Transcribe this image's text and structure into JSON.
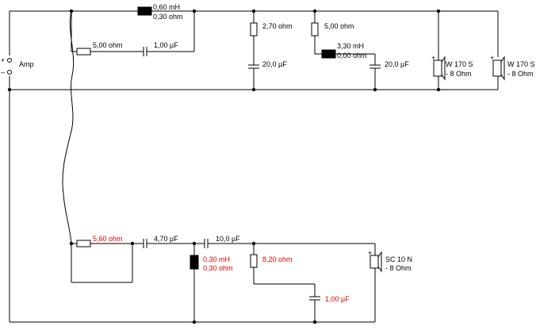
{
  "amp": {
    "label": "Amp",
    "plus": "+",
    "minus": "–"
  },
  "woofer_section": {
    "series_inductor": {
      "inductance": "0,60 mH",
      "resistance": "0,30 ohm"
    },
    "zobel_resistor": "5,00 ohm",
    "zobel_capacitor": "1,00 µF",
    "notch_resistor": "2,70 ohm",
    "notch_capacitor": "20,0 µF",
    "trap_resistor": "5,00 ohm",
    "trap_inductor": {
      "inductance": "3,30 mH",
      "resistance": "0,00 ohm"
    },
    "trap_capacitor": "20,0 µF",
    "driver1": {
      "model": "W 170 S",
      "impedance": "- 8 Ohm",
      "polarity": "+"
    },
    "driver2": {
      "model": "W 170 S",
      "impedance": "- 8 Ohm",
      "polarity": "+"
    }
  },
  "tweeter_section": {
    "parallel_resistor": "5,60 ohm",
    "capacitor1": "4,70 µF",
    "capacitor2": "10,0 µF",
    "shunt_inductor": {
      "inductance": "0,30 mH",
      "resistance": "0,30 ohm"
    },
    "shunt_resistor": "8,20 ohm",
    "shunt_capacitor": "1,00 µF",
    "driver": {
      "model": "SC 10 N",
      "impedance": "- 8 Ohm",
      "polarity": "+"
    }
  },
  "colors": {
    "wire": "#000000",
    "highlight": "#e00000"
  }
}
